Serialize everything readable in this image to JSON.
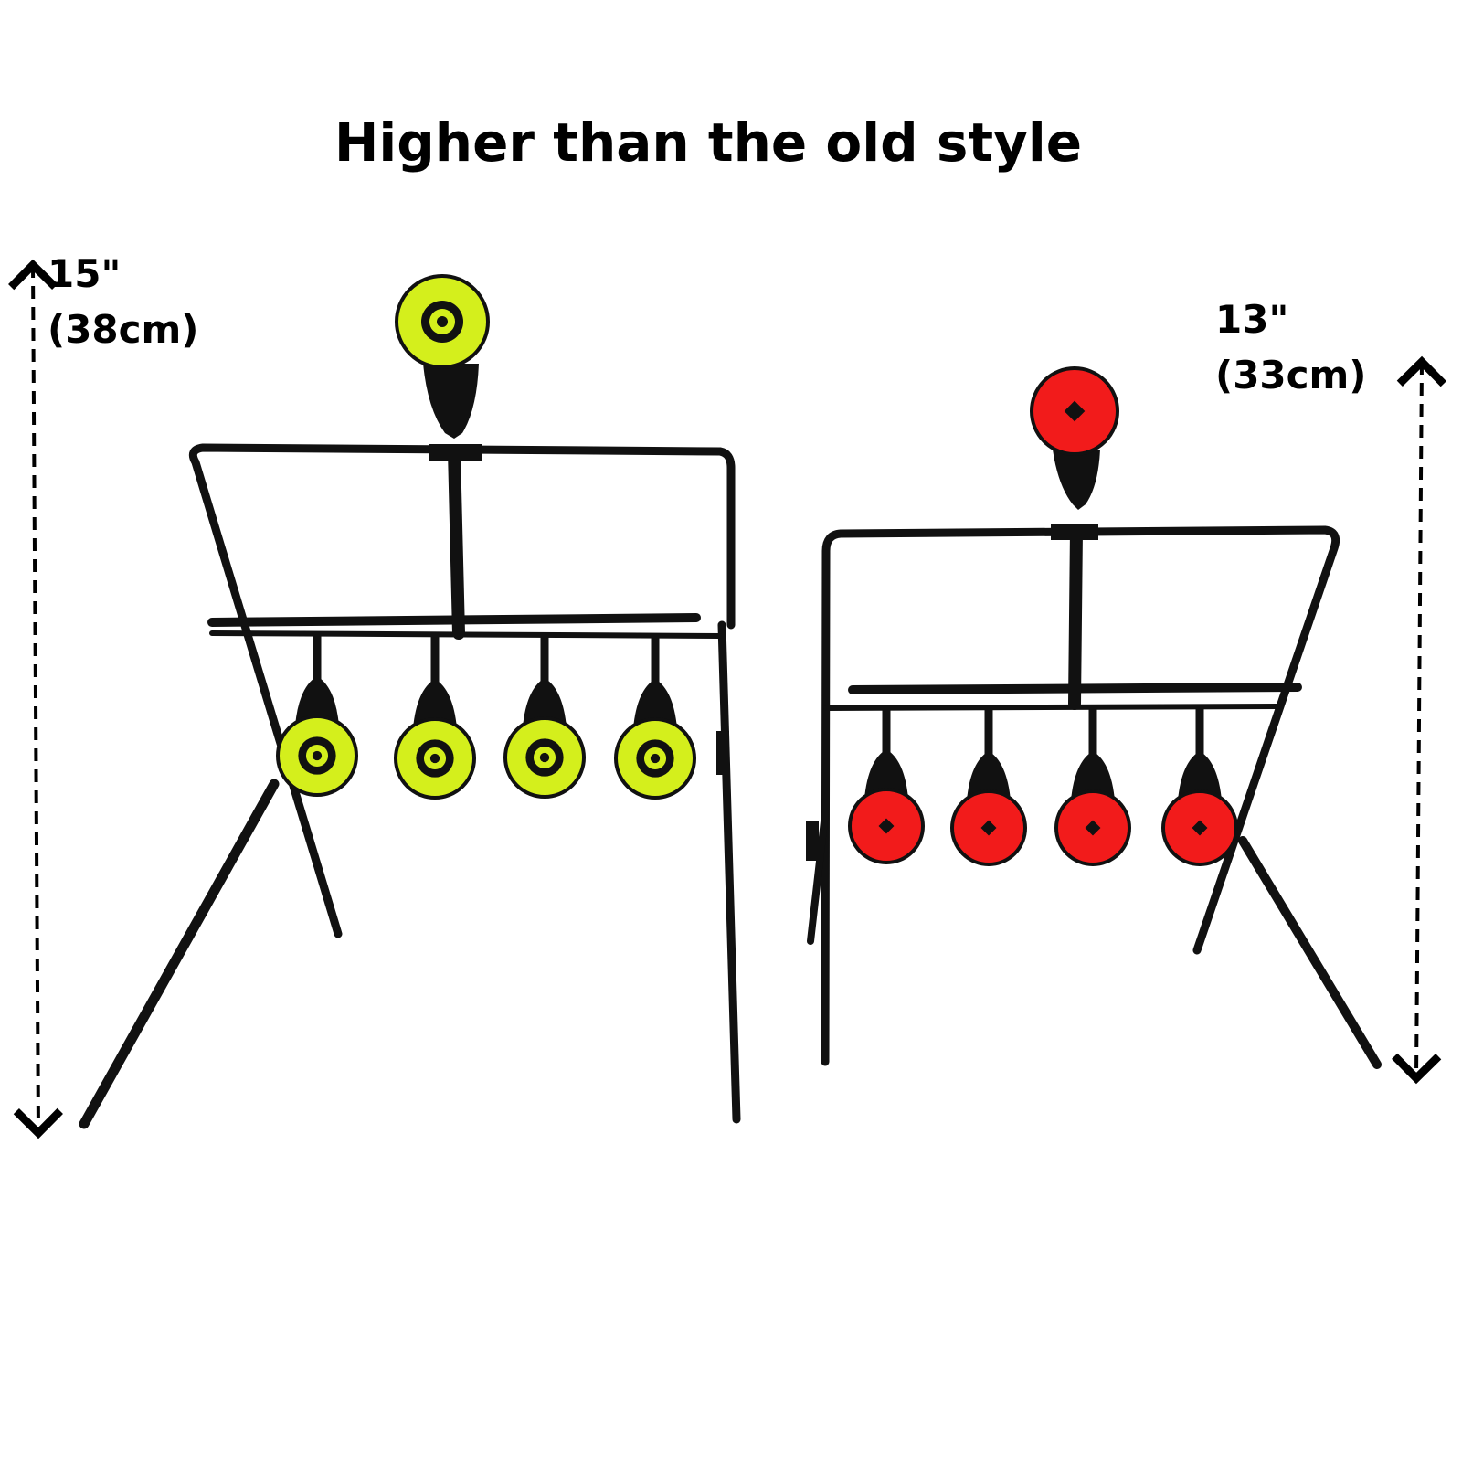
{
  "headline": "Higher than the old style",
  "left_target": {
    "height_in": "15\"",
    "height_cm": "(38cm)",
    "color": "#d4ef1c"
  },
  "right_target": {
    "height_in": "13\"",
    "height_cm": "(33cm)",
    "color": "#f21b1b"
  }
}
